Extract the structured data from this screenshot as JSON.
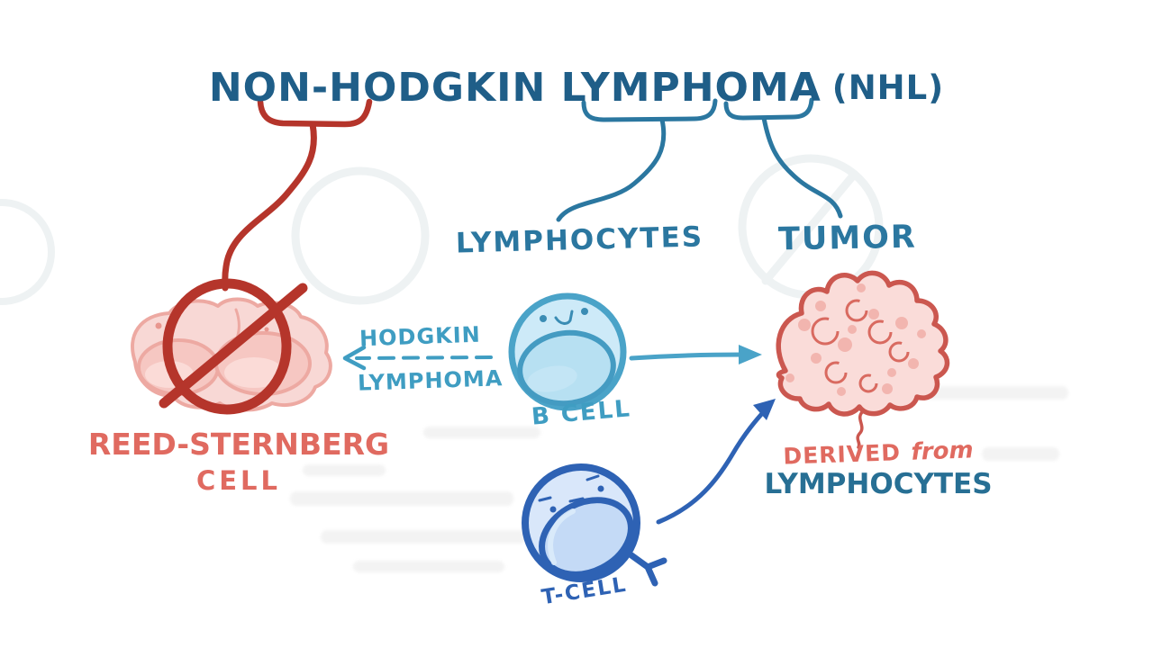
{
  "colors": {
    "title_blue": "#1f5e88",
    "teal": "#2b77a0",
    "deep_teal": "#276f94",
    "light_teal": "#3f9dc2",
    "sky_blue": "#4aa3c8",
    "brick_red": "#b5352b",
    "salmon": "#e06a60",
    "royal_blue": "#2e62b4",
    "tumor_red": "#cb574f",
    "tumor_fill": "#fadcd9",
    "cell_pink_fill": "#f8d8d5",
    "bcell_fill": "#cdeaf8",
    "tcell_fill": "#d9e7fa"
  },
  "diagram": {
    "title": {
      "main": "NON-HODGKIN LYMPHOMA",
      "abbr": "(NHL)"
    },
    "branches": {
      "lymphocytes": "LYMPHOCYTES",
      "tumor": "TUMOR"
    },
    "hodgkin_note": {
      "line1": "HODGKIN",
      "line2": "LYMPHOMA"
    },
    "reed_sternberg": {
      "line1": "REED-STERNBERG",
      "line2": "CELL"
    },
    "cells": {
      "b_cell": "B CELL",
      "t_cell": "T-CELL"
    },
    "tumor_note": {
      "word1": "DERIVED",
      "word2": "from",
      "line2": "LYMPHOCYTES"
    }
  }
}
